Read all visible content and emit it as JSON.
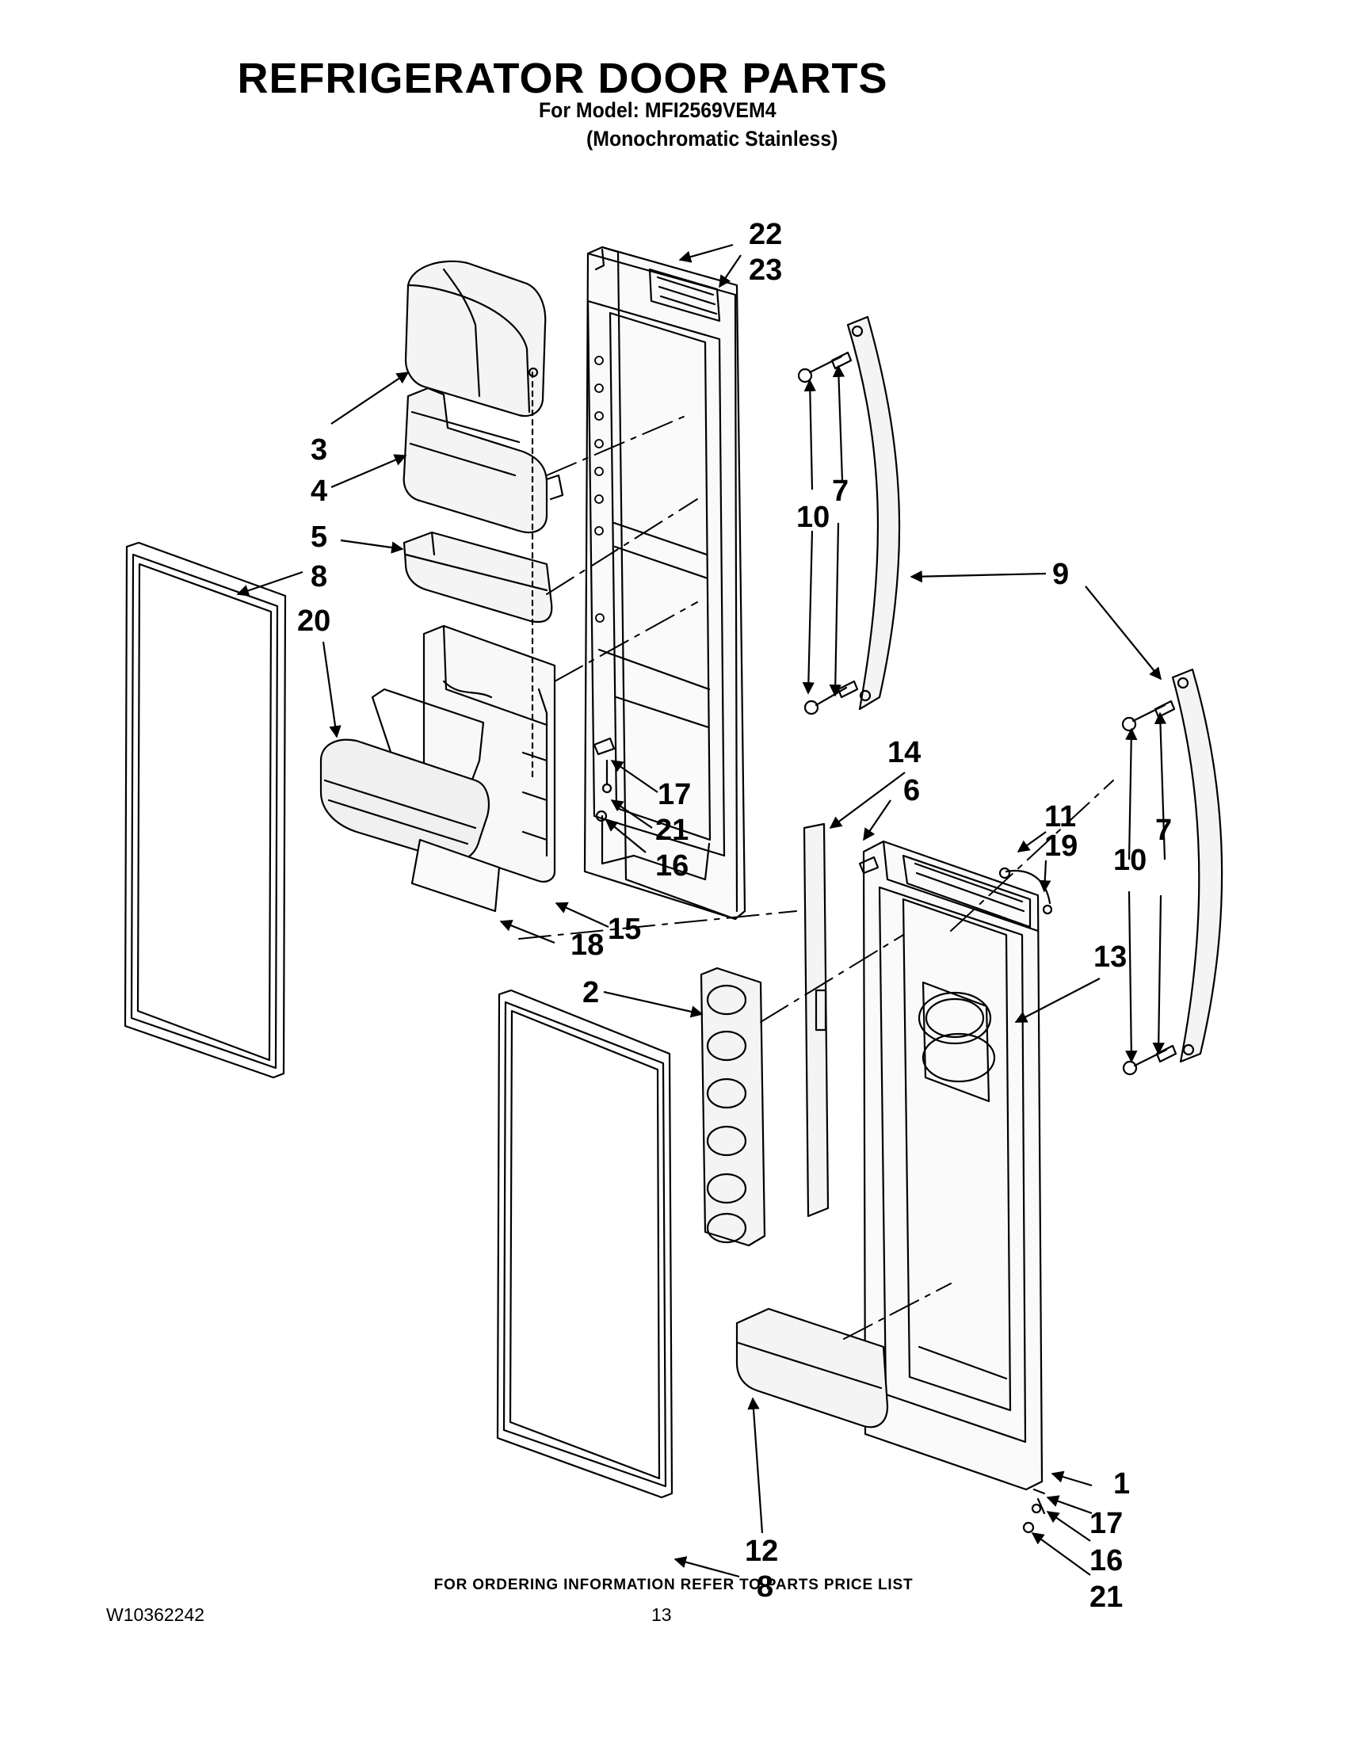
{
  "header": {
    "title": "REFRIGERATOR DOOR PARTS",
    "model": "For Model: MFI2569VEM4",
    "variant": "(Monochromatic Stainless)"
  },
  "diagram": {
    "labels": {
      "l22": "22",
      "l23": "23",
      "l3": "3",
      "l4": "4",
      "l5": "5",
      "l8a": "8",
      "l20": "20",
      "l10a": "10",
      "l7a": "7",
      "l9": "9",
      "l17a": "17",
      "l21a": "21",
      "l16a": "16",
      "l14": "14",
      "l6": "6",
      "l11": "11",
      "l19": "19",
      "l10b": "10",
      "l7b": "7",
      "l15": "15",
      "l18": "18",
      "l2": "2",
      "l13": "13",
      "l1": "1",
      "l17b": "17",
      "l16b": "16",
      "l21b": "21",
      "l12": "12",
      "l8b": "8"
    }
  },
  "footer": {
    "note": "FOR ORDERING INFORMATION REFER TO PARTS PRICE LIST",
    "doc_number": "W10362242",
    "page_number": "13"
  }
}
